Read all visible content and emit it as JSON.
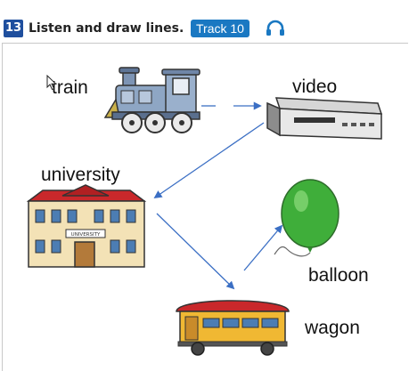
{
  "header": {
    "number": "13",
    "instruction": "Listen and draw lines.",
    "track": "Track 10",
    "audio_icon": "headphones-icon"
  },
  "words": {
    "train": "train",
    "video": "video",
    "university": "university",
    "balloon": "balloon",
    "wagon": "wagon"
  },
  "pictures": {
    "train_icon": "train-picture",
    "video_icon": "video-player-picture",
    "university_icon": "university-building-picture",
    "university_sign": "UNIVERSITY",
    "balloon_icon": "balloon-picture",
    "wagon_icon": "wagon-picture"
  },
  "colors": {
    "line": "#3b6fc4",
    "badge": "#1f4f9e",
    "track": "#1a78c2",
    "balloon": "#3fae3a",
    "roof": "#c9282b"
  }
}
